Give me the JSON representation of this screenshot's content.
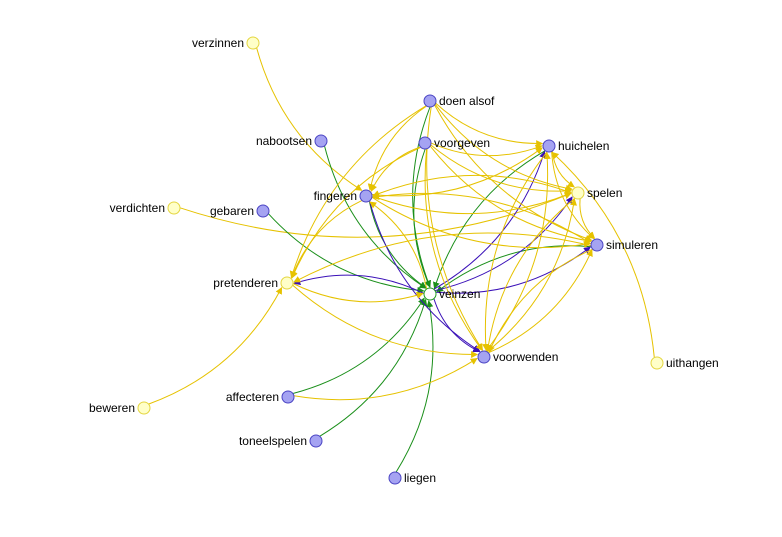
{
  "colors": {
    "blue_node_fill": "#a5a3f2",
    "blue_node_stroke": "#4b45c4",
    "yellow_node_fill": "#ffffc8",
    "yellow_node_stroke": "#e4d640",
    "center_node_fill": "#ffffff",
    "center_node_stroke": "#1f9d1f",
    "edge_yellow": "#e6c200",
    "edge_green": "#1a8f1a",
    "edge_blue": "#3a10b8"
  },
  "nodes": [
    {
      "id": "verzinnen",
      "label": "verzinnen",
      "kind": "yellow"
    },
    {
      "id": "doen_alsof",
      "label": "doen alsof",
      "kind": "blue"
    },
    {
      "id": "nabootsen",
      "label": "nabootsen",
      "kind": "blue"
    },
    {
      "id": "voorgeven",
      "label": "voorgeven",
      "kind": "blue"
    },
    {
      "id": "huichelen",
      "label": "huichelen",
      "kind": "blue"
    },
    {
      "id": "fingeren",
      "label": "fingeren",
      "kind": "blue"
    },
    {
      "id": "spelen",
      "label": "spelen",
      "kind": "yellow"
    },
    {
      "id": "verdichten",
      "label": "verdichten",
      "kind": "yellow"
    },
    {
      "id": "gebaren",
      "label": "gebaren",
      "kind": "blue"
    },
    {
      "id": "simuleren",
      "label": "simuleren",
      "kind": "blue"
    },
    {
      "id": "pretenderen",
      "label": "pretenderen",
      "kind": "yellow"
    },
    {
      "id": "veinzen",
      "label": "veinzen",
      "kind": "center"
    },
    {
      "id": "voorwenden",
      "label": "voorwenden",
      "kind": "blue"
    },
    {
      "id": "uithangen",
      "label": "uithangen",
      "kind": "yellow"
    },
    {
      "id": "affecteren",
      "label": "affecteren",
      "kind": "blue"
    },
    {
      "id": "beweren",
      "label": "beweren",
      "kind": "yellow"
    },
    {
      "id": "toneelspelen",
      "label": "toneelspelen",
      "kind": "blue"
    },
    {
      "id": "liegen",
      "label": "liegen",
      "kind": "blue"
    }
  ],
  "edges": [
    {
      "from": "verzinnen",
      "to": "fingeren",
      "kind": "yellow"
    },
    {
      "from": "verdichten",
      "to": "spelen",
      "kind": "yellow"
    },
    {
      "from": "beweren",
      "to": "pretenderen",
      "kind": "yellow"
    },
    {
      "from": "uithangen",
      "to": "huichelen",
      "kind": "yellow"
    },
    {
      "from": "nabootsen",
      "to": "veinzen",
      "kind": "green"
    },
    {
      "from": "gebaren",
      "to": "veinzen",
      "kind": "green"
    },
    {
      "from": "doen_alsof",
      "to": "veinzen",
      "kind": "green"
    },
    {
      "from": "voorgeven",
      "to": "veinzen",
      "kind": "green"
    },
    {
      "from": "fingeren",
      "to": "veinzen",
      "kind": "green"
    },
    {
      "from": "huichelen",
      "to": "veinzen",
      "kind": "green"
    },
    {
      "from": "simuleren",
      "to": "veinzen",
      "kind": "green"
    },
    {
      "from": "affecteren",
      "to": "veinzen",
      "kind": "green"
    },
    {
      "from": "toneelspelen",
      "to": "veinzen",
      "kind": "green"
    },
    {
      "from": "liegen",
      "to": "veinzen",
      "kind": "green"
    },
    {
      "from": "veinzen",
      "to": "huichelen",
      "kind": "blue"
    },
    {
      "from": "veinzen",
      "to": "spelen",
      "kind": "blue"
    },
    {
      "from": "veinzen",
      "to": "simuleren",
      "kind": "blue"
    },
    {
      "from": "veinzen",
      "to": "pretenderen",
      "kind": "blue"
    },
    {
      "from": "veinzen",
      "to": "voorwenden",
      "kind": "blue"
    },
    {
      "from": "fingeren",
      "to": "voorwenden",
      "kind": "blue"
    },
    {
      "from": "doen_alsof",
      "to": "huichelen",
      "kind": "yellow"
    },
    {
      "from": "doen_alsof",
      "to": "spelen",
      "kind": "yellow"
    },
    {
      "from": "doen_alsof",
      "to": "simuleren",
      "kind": "yellow"
    },
    {
      "from": "doen_alsof",
      "to": "voorwenden",
      "kind": "yellow"
    },
    {
      "from": "doen_alsof",
      "to": "fingeren",
      "kind": "yellow"
    },
    {
      "from": "doen_alsof",
      "to": "pretenderen",
      "kind": "yellow"
    },
    {
      "from": "voorgeven",
      "to": "huichelen",
      "kind": "yellow"
    },
    {
      "from": "voorgeven",
      "to": "spelen",
      "kind": "yellow"
    },
    {
      "from": "voorgeven",
      "to": "simuleren",
      "kind": "yellow"
    },
    {
      "from": "voorgeven",
      "to": "voorwenden",
      "kind": "yellow"
    },
    {
      "from": "voorgeven",
      "to": "fingeren",
      "kind": "yellow"
    },
    {
      "from": "voorgeven",
      "to": "pretenderen",
      "kind": "yellow"
    },
    {
      "from": "fingeren",
      "to": "huichelen",
      "kind": "yellow"
    },
    {
      "from": "fingeren",
      "to": "spelen",
      "kind": "yellow"
    },
    {
      "from": "fingeren",
      "to": "simuleren",
      "kind": "yellow"
    },
    {
      "from": "fingeren",
      "to": "pretenderen",
      "kind": "yellow"
    },
    {
      "from": "huichelen",
      "to": "spelen",
      "kind": "yellow"
    },
    {
      "from": "huichelen",
      "to": "simuleren",
      "kind": "yellow"
    },
    {
      "from": "huichelen",
      "to": "voorwenden",
      "kind": "yellow"
    },
    {
      "from": "spelen",
      "to": "simuleren",
      "kind": "yellow"
    },
    {
      "from": "spelen",
      "to": "voorwenden",
      "kind": "yellow"
    },
    {
      "from": "spelen",
      "to": "fingeren",
      "kind": "yellow"
    },
    {
      "from": "simuleren",
      "to": "voorwenden",
      "kind": "yellow"
    },
    {
      "from": "simuleren",
      "to": "pretenderen",
      "kind": "yellow"
    },
    {
      "from": "simuleren",
      "to": "fingeren",
      "kind": "yellow"
    },
    {
      "from": "pretenderen",
      "to": "voorwenden",
      "kind": "yellow"
    },
    {
      "from": "pretenderen",
      "to": "veinzen",
      "kind": "yellow"
    },
    {
      "from": "affecteren",
      "to": "voorwenden",
      "kind": "yellow"
    },
    {
      "from": "voorwenden",
      "to": "huichelen",
      "kind": "yellow"
    },
    {
      "from": "voorwenden",
      "to": "spelen",
      "kind": "yellow"
    },
    {
      "from": "voorwenden",
      "to": "simuleren",
      "kind": "yellow"
    },
    {
      "from": "veinzen",
      "to": "fingeren",
      "kind": "yellow"
    }
  ]
}
